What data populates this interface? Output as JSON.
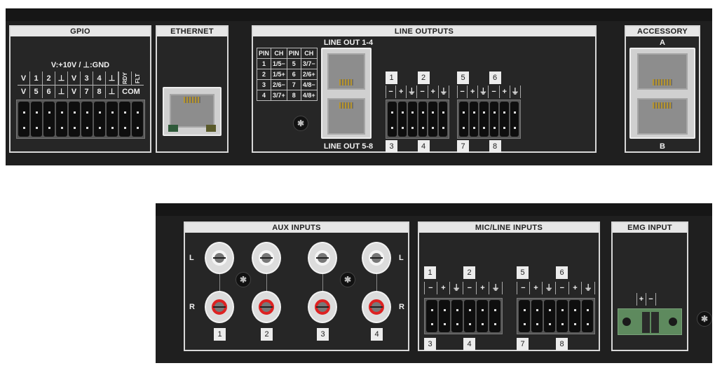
{
  "top_unit": {
    "gpio": {
      "title": "GPIO",
      "legend": "V:+10V / ⊥:GND",
      "row1": [
        "V",
        "1",
        "2",
        "⊥",
        "V",
        "3",
        "4",
        "⊥",
        "RDY",
        "FLT"
      ],
      "row2": [
        "V",
        "5",
        "6",
        "⊥",
        "V",
        "7",
        "8",
        "⊥",
        "COM"
      ]
    },
    "ethernet": {
      "title": "ETHERNET"
    },
    "line_outputs": {
      "title": "LINE OUTPUTS",
      "jack_top": "LINE OUT 1-4",
      "jack_bottom": "LINE OUT 5-8",
      "pin_table": {
        "header": [
          "PIN",
          "CH",
          "PIN",
          "CH"
        ],
        "rows": [
          [
            "1",
            "1/5−",
            "5",
            "3/7−"
          ],
          [
            "2",
            "1/5+",
            "6",
            "2/6+"
          ],
          [
            "3",
            "2/6−",
            "7",
            "4/8−"
          ],
          [
            "4",
            "3/7+",
            "8",
            "4/8+"
          ]
        ]
      },
      "terminals": [
        {
          "top": [
            "1",
            "2"
          ],
          "bottom": [
            "3",
            "4"
          ]
        },
        {
          "top": [
            "5",
            "6"
          ],
          "bottom": [
            "7",
            "8"
          ]
        }
      ],
      "pin_symbols": [
        "−",
        "+",
        "⏚",
        "−",
        "+",
        "⏚"
      ]
    },
    "accessory": {
      "title": "ACCESSORY",
      "jack_top": "A",
      "jack_bottom": "B"
    }
  },
  "bottom_unit": {
    "aux_inputs": {
      "title": "AUX INPUTS",
      "left": "L",
      "right": "R",
      "channels": [
        "1",
        "2",
        "3",
        "4"
      ]
    },
    "mic_line_inputs": {
      "title": "MIC/LINE INPUTS",
      "terminals": [
        {
          "top": [
            "1",
            "2"
          ],
          "bottom": [
            "3",
            "4"
          ]
        },
        {
          "top": [
            "5",
            "6"
          ],
          "bottom": [
            "7",
            "8"
          ]
        }
      ],
      "pin_symbols": [
        "−",
        "+",
        "⏚",
        "−",
        "+",
        "⏚"
      ]
    },
    "emg_input": {
      "title": "EMG INPUT",
      "pins": [
        "+",
        "−"
      ]
    }
  },
  "colors": {
    "chassis": "#1f1f1f",
    "rca_right": "#d22222",
    "emg_block": "#5e8a5e"
  }
}
